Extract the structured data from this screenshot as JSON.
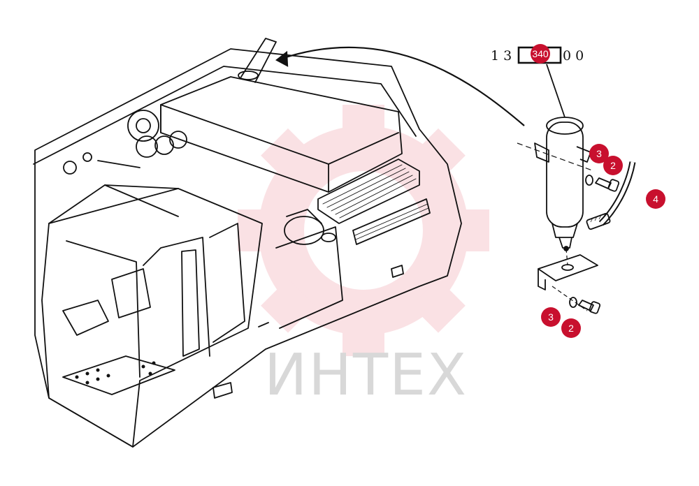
{
  "diagram": {
    "part_number_prefix": "1 3",
    "part_number_suffix": "0 0",
    "watermark_text": "ИНТЕХ",
    "callouts": {
      "top_badge": "340",
      "item_3_upper": "3",
      "item_2_upper": "2",
      "item_4": "4",
      "item_3_lower": "3",
      "item_2_lower": "2"
    }
  },
  "colors": {
    "callout": "#c8102e",
    "line": "#111111",
    "watermark_gear": "#f6c9cf",
    "watermark_text": "#d8d8d8"
  }
}
